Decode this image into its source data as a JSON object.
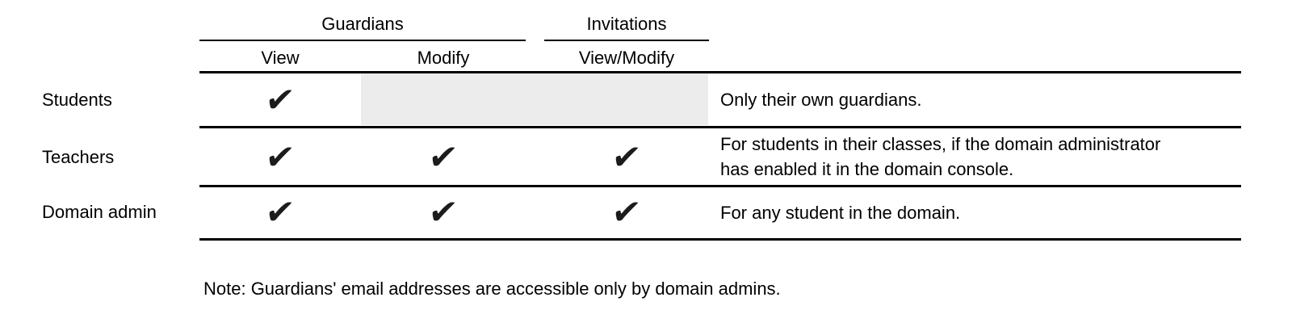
{
  "table": {
    "groups": [
      {
        "label": "Guardians"
      },
      {
        "label": "Invitations"
      }
    ],
    "columns": [
      {
        "label": "View"
      },
      {
        "label": "Modify"
      },
      {
        "label": "View/Modify"
      }
    ],
    "rows": [
      {
        "role": "Students",
        "cells": {
          "view": "✔",
          "modify": "",
          "view_modify": ""
        },
        "note": "Only their own guardians."
      },
      {
        "role": "Teachers",
        "cells": {
          "view": "✔",
          "modify": "✔",
          "view_modify": "✔"
        },
        "note": "For students in their classes, if the domain administrator has enabled it in the domain console."
      },
      {
        "role": "Domain admin",
        "cells": {
          "view": "✔",
          "modify": "✔",
          "view_modify": "✔"
        },
        "note": "For any student in the domain."
      }
    ]
  },
  "footnote": "Note: Guardians' email addresses are accessible only by domain admins.",
  "colors": {
    "restricted_cell": "#ececec",
    "rule": "#000000",
    "check": "#1c1c1c",
    "text": "#000000"
  }
}
